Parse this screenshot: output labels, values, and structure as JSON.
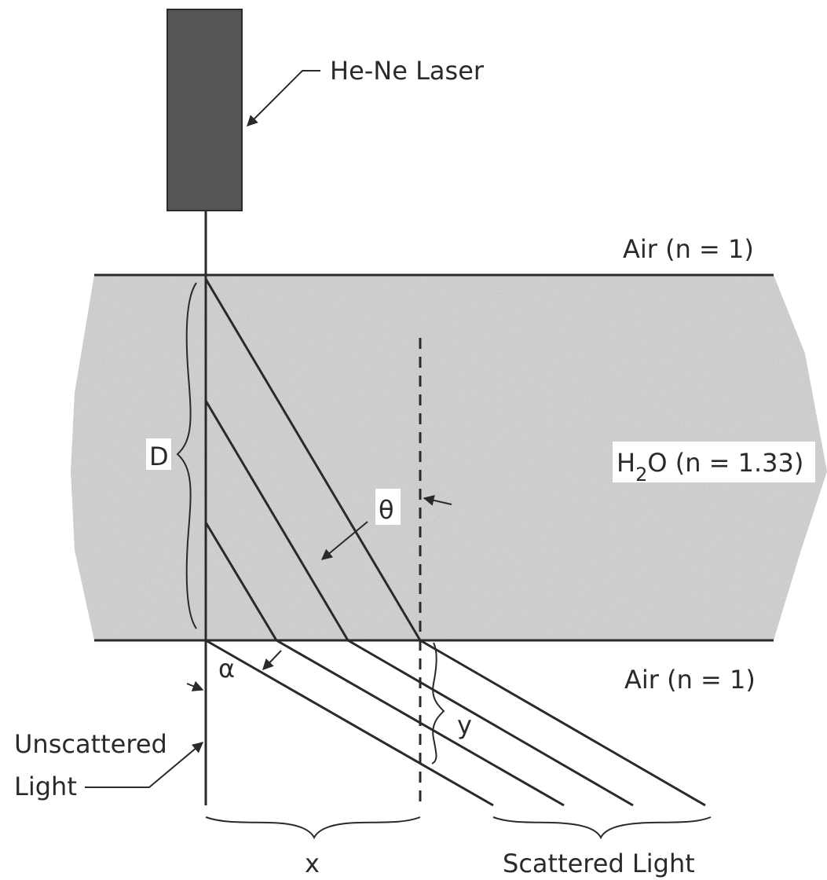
{
  "labels": {
    "laser": "He-Ne Laser",
    "air_top": "Air (n = 1)",
    "water_main": "H",
    "water_sub": "2",
    "water_rest": "O (n = 1.33)",
    "air_bottom": "Air (n = 1)",
    "depth": "D",
    "theta": "θ",
    "alpha": "α",
    "y": "y",
    "x": "x",
    "unscattered_line1": "Unscattered",
    "unscattered_line2": "Light",
    "scattered": "Scattered Light"
  },
  "colors": {
    "water_fill": "#d4d4d4",
    "laser_fill": "#555555",
    "ink": "#2a2a2a"
  }
}
